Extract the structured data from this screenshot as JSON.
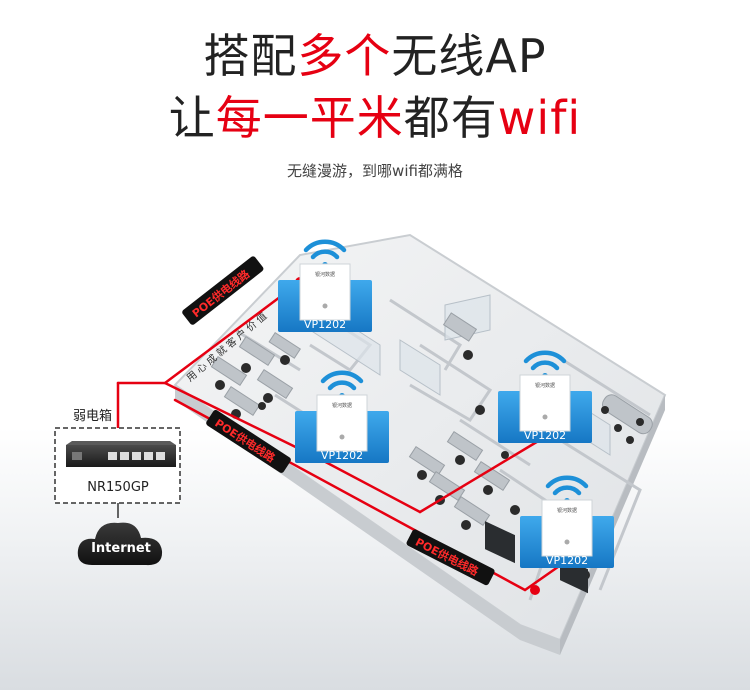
{
  "headline": {
    "line1_dark_a": "搭配",
    "line1_red": "多个",
    "line1_dark_b": "无线AP",
    "line2_dark_a": "让",
    "line2_red": "每一平米",
    "line2_dark_b": "都有",
    "line2_red_b": "wifi"
  },
  "subtitle": "无缝漫游，到哪wifi都满格",
  "switch_box": {
    "title": "弱电箱",
    "model": "NR150GP"
  },
  "internet": "Internet",
  "poe_label": "POE供电线路",
  "office_sign": "用心成就客户价值",
  "ap_model": "VP1202",
  "ap_brand": "银河数据",
  "colors": {
    "accent_red": "#e60012",
    "ap_blue": "#1d90d8",
    "text_dark": "#222222"
  },
  "icons": [
    "wifi-icon",
    "cloud-icon",
    "switch-icon",
    "ap-panel-icon"
  ]
}
